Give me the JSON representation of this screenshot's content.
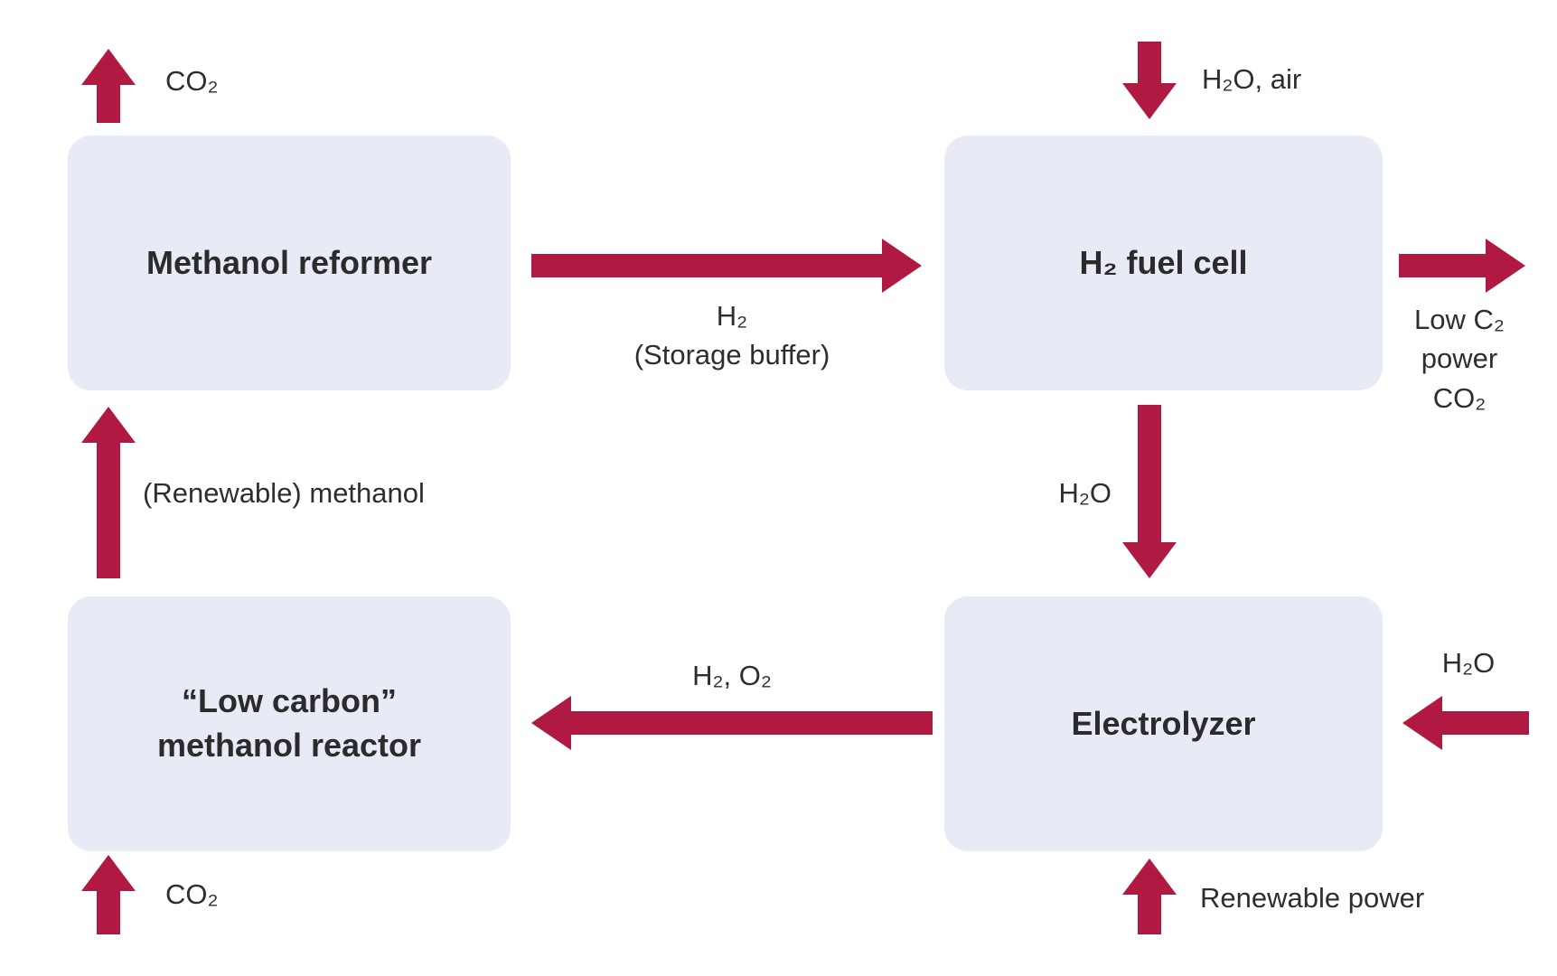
{
  "colors": {
    "accent": "#B01942",
    "box_fill": "#E8EAF6",
    "text": "#2E2E2E"
  },
  "boxes": {
    "methanol_reformer": {
      "label": "Methanol reformer"
    },
    "h2_fuel_cell": {
      "label": "H₂ fuel cell"
    },
    "methanol_reactor": {
      "label": "“Low carbon”\nmethanol reactor"
    },
    "electrolyzer": {
      "label": "Electrolyzer"
    }
  },
  "flows": {
    "co2_out_top": "CO₂",
    "h2o_air_in": "H₂O, air",
    "h2_storage_buffer": "H₂\n(Storage buffer)",
    "low_c2_power_out": "Low C₂\npower\nCO₂",
    "h2o_fuelcell_to_electrolyzer": "H₂O",
    "renewable_methanol": "(Renewable) methanol",
    "h2_o2_to_reactor": "H₂, O₂",
    "h2o_into_electrolyzer": "H₂O",
    "renewable_power_in": "Renewable power",
    "co2_in_bottom": "CO₂"
  }
}
